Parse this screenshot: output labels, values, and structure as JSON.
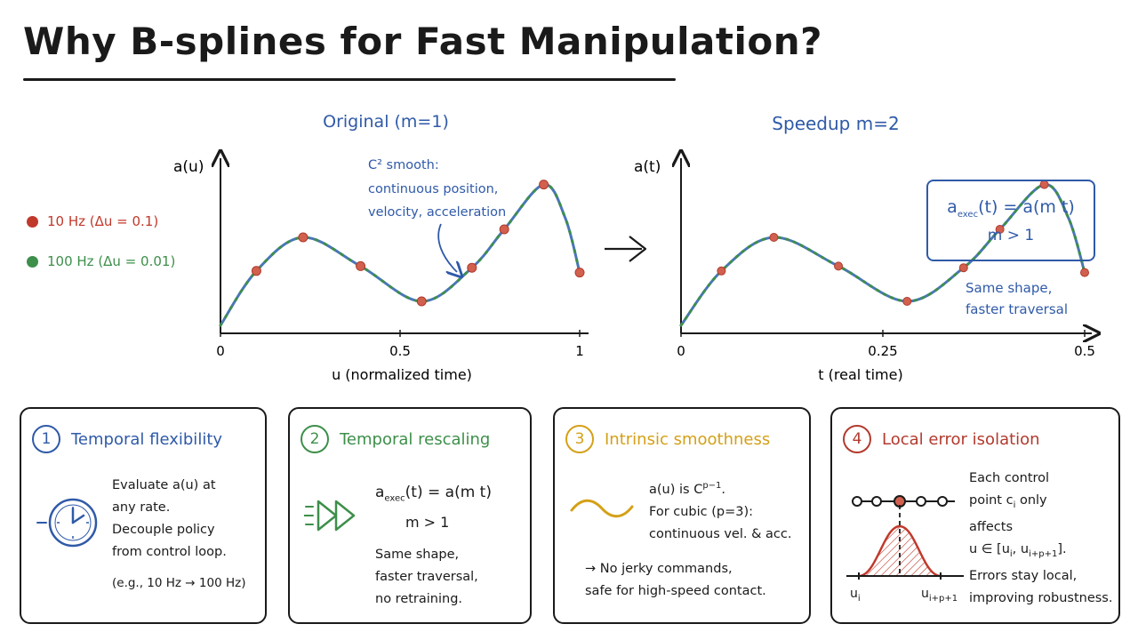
{
  "title": "Why B-splines for Fast Manipulation?",
  "colors": {
    "blue": "#2f5aa8",
    "green": "#3d8f4a",
    "red": "#c0392b",
    "yellow": "#d4a017",
    "ink": "#1a1a1a"
  },
  "legend": [
    {
      "label": "10 Hz (Δu = 0.1)",
      "color": "#c0392b"
    },
    {
      "label": "100 Hz (Δu = 0.01)",
      "color": "#3d8f4a"
    }
  ],
  "chart_data": [
    {
      "type": "line",
      "title": "Original (m=1)",
      "xlabel": "u (normalized time)",
      "ylabel": "a(u)",
      "xlim": [
        0,
        1
      ],
      "x_ticks": [
        "0",
        "0.5",
        "1"
      ],
      "annotation": [
        "C² smooth:",
        "continuous position,",
        "velocity, acceleration"
      ],
      "curve": {
        "x": [
          0,
          0.1,
          0.23,
          0.39,
          0.56,
          0.7,
          0.79,
          0.9,
          0.96,
          1.0
        ],
        "y": [
          0.05,
          0.39,
          0.6,
          0.42,
          0.2,
          0.41,
          0.65,
          0.93,
          0.72,
          0.38
        ]
      },
      "samples_10hz": {
        "x": [
          0.1,
          0.23,
          0.39,
          0.56,
          0.7,
          0.79,
          0.9,
          1.0
        ],
        "y": [
          0.39,
          0.6,
          0.42,
          0.2,
          0.41,
          0.65,
          0.93,
          0.38
        ]
      }
    },
    {
      "type": "line",
      "title": "Speedup m=2",
      "xlabel": "t (real time)",
      "ylabel": "a(t)",
      "xlim": [
        0,
        0.5
      ],
      "x_ticks": [
        "0",
        "0.25",
        "0.5"
      ],
      "curve": {
        "x": [
          0,
          0.05,
          0.115,
          0.195,
          0.28,
          0.35,
          0.395,
          0.45,
          0.48,
          0.5
        ],
        "y": [
          0.05,
          0.39,
          0.6,
          0.42,
          0.2,
          0.41,
          0.65,
          0.93,
          0.72,
          0.38
        ]
      },
      "samples_10hz": {
        "x": [
          0.05,
          0.115,
          0.195,
          0.28,
          0.35,
          0.395,
          0.45,
          0.5
        ],
        "y": [
          0.39,
          0.6,
          0.42,
          0.2,
          0.41,
          0.65,
          0.93,
          0.38
        ]
      }
    }
  ],
  "speedup_box": {
    "formula_left": "a",
    "formula_sub": "exec",
    "formula_right": "(t) = a(m t)",
    "condition": "m > 1"
  },
  "speedup_note": [
    "Same shape,",
    "faster traversal"
  ],
  "cards": [
    {
      "num": "1",
      "title": "Temporal flexibility",
      "icon": "clock-icon",
      "lines": [
        "Evaluate a(u) at",
        "any rate.",
        "Decouple policy",
        "from control loop."
      ],
      "footnote": "(e.g., 10 Hz → 100 Hz)"
    },
    {
      "num": "2",
      "title": "Temporal rescaling",
      "icon": "fast-forward-icon",
      "formula_left": "a",
      "formula_sub": "exec",
      "formula_right": "(t) = a(m t)",
      "condition": "m > 1",
      "lines": [
        "Same shape,",
        "faster traversal,",
        "no retraining."
      ]
    },
    {
      "num": "3",
      "title": "Intrinsic smoothness",
      "icon": "wave-icon",
      "l1_prefix": "a(u) is C",
      "l1_sup": "p−1",
      "l1_suffix": ".",
      "lines": [
        "For cubic (p=3):",
        "continuous vel. & acc."
      ],
      "footer": [
        "→ No jerky commands,",
        "safe for high-speed contact."
      ]
    },
    {
      "num": "4",
      "title": "Local error isolation",
      "icon": "basis-function-icon",
      "l1": "Each control",
      "l2_prefix": "point c",
      "l2_sub": "i",
      "l2_suffix": " only",
      "l3": "affects",
      "l4_prefix": "u ∈ [u",
      "l4_sub1": "i",
      "l4_mid": ", u",
      "l4_sub2": "i+p+1",
      "l4_suffix": "].",
      "lines": [
        "Errors stay local,",
        "improving robustness."
      ],
      "axis_left": "u",
      "axis_left_sub": "i",
      "axis_right": "u",
      "axis_right_sub": "i+p+1"
    }
  ]
}
